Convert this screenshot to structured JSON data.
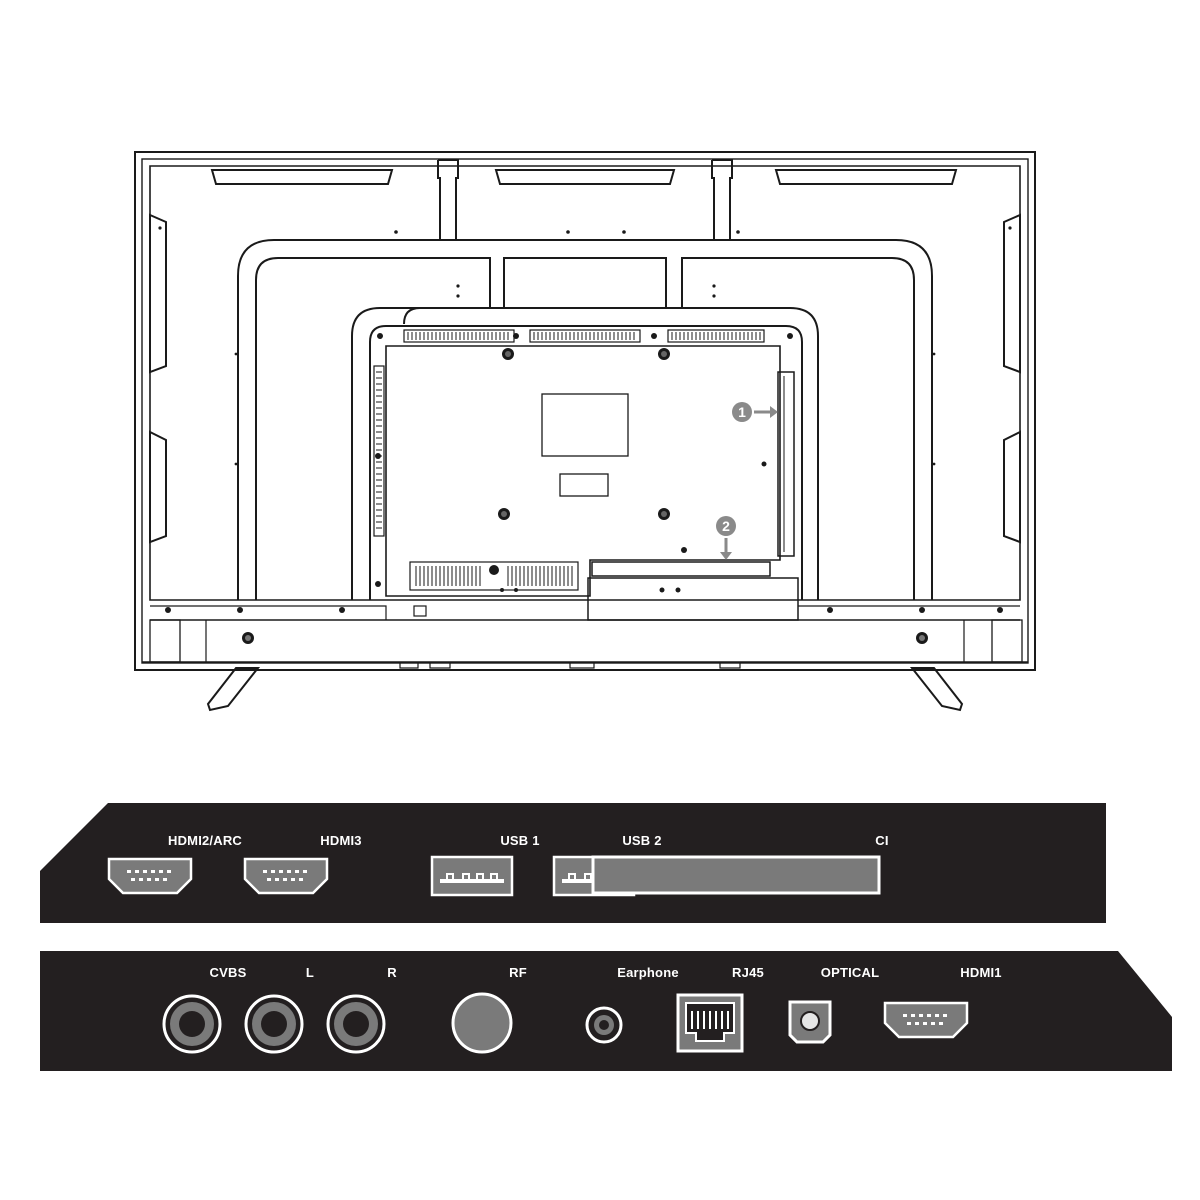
{
  "diagram": {
    "callouts": [
      {
        "number": "1"
      },
      {
        "number": "2"
      }
    ]
  },
  "top_panel": {
    "ports": [
      {
        "label": "HDMI2/ARC",
        "icon": "hdmi-port-icon"
      },
      {
        "label": "HDMI3",
        "icon": "hdmi-port-icon"
      },
      {
        "label": "USB 1",
        "icon": "usb-port-icon"
      },
      {
        "label": "USB 2",
        "icon": "usb-port-icon"
      },
      {
        "label": "CI",
        "icon": "ci-slot-icon"
      }
    ]
  },
  "bottom_panel": {
    "ports": [
      {
        "label": "CVBS",
        "icon": "rca-jack-icon"
      },
      {
        "label": "L",
        "icon": "rca-jack-icon"
      },
      {
        "label": "R",
        "icon": "rca-jack-icon"
      },
      {
        "label": "RF",
        "icon": "rf-coax-icon"
      },
      {
        "label": "Earphone",
        "icon": "headphone-jack-icon"
      },
      {
        "label": "RJ45",
        "icon": "ethernet-port-icon"
      },
      {
        "label": "OPTICAL",
        "icon": "optical-port-icon"
      },
      {
        "label": "HDMI1",
        "icon": "hdmi-port-icon"
      }
    ]
  },
  "colors": {
    "panel_bg": "#231f20",
    "line": "#1a1a1a",
    "port_gray": "#7a7a7a",
    "port_text": "#ffffff"
  }
}
